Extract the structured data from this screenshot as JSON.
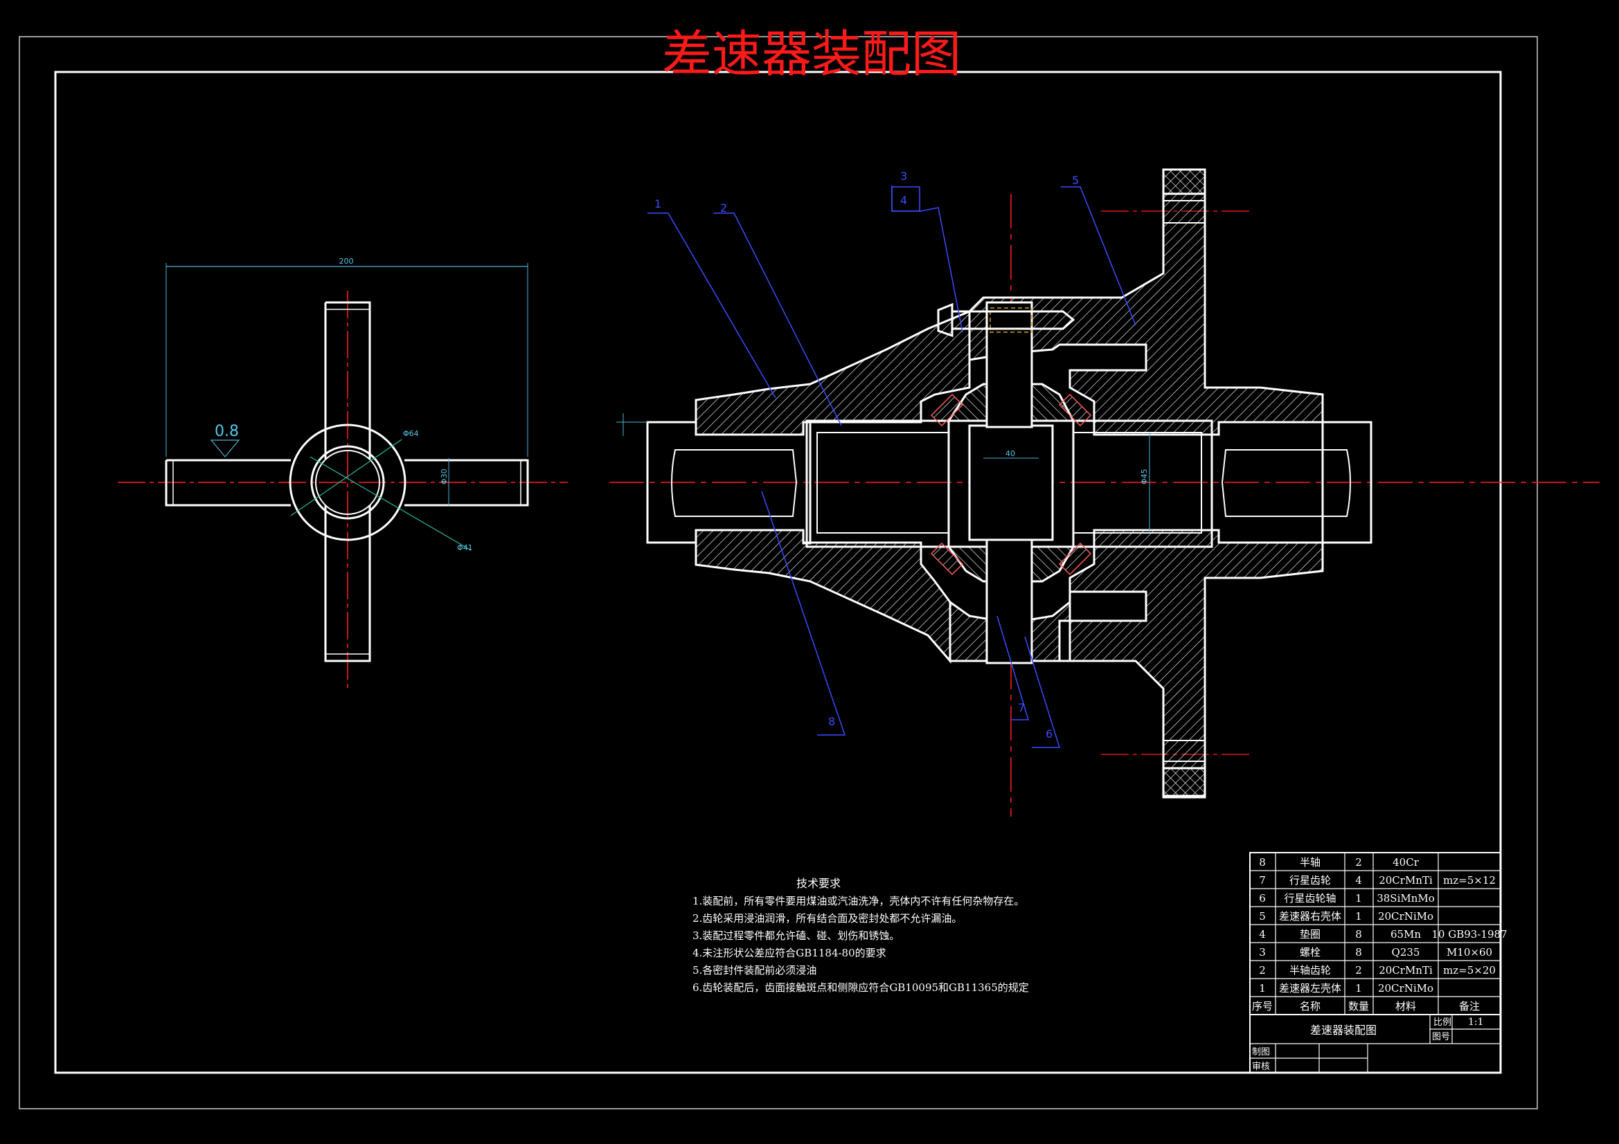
{
  "title": "差速器装配图",
  "views": {
    "left": {
      "dim_width": "200",
      "surface_finish": "0.8",
      "dim_diameter_1": "Φ64",
      "dim_diameter_2": "Φ41",
      "dim_bore": "Φ30"
    },
    "main": {
      "balloons": [
        "1",
        "2",
        "3",
        "4",
        "5",
        "6",
        "7",
        "8"
      ],
      "dims": {
        "width_center": "40",
        "diameter_shaft": "Φ45"
      }
    }
  },
  "tech_requirements": {
    "heading": "技术要求",
    "items": [
      "1.装配前，所有零件要用煤油或汽油洗净，壳体内不许有任何杂物存在。",
      "2.齿轮采用浸油润滑，所有结合面及密封处都不允许漏油。",
      "3.装配过程零件都允许磕、碰、划伤和锈蚀。",
      "4.未注形状公差应符合GB1184-80的要求",
      "5.各密封件装配前必须浸油",
      "6.齿轮装配后，齿面接触斑点和侧隙应符合GB10095和GB11365的规定"
    ]
  },
  "bom": {
    "rows": [
      {
        "no": "8",
        "name": "半轴",
        "qty": "2",
        "material": "40Cr",
        "note": ""
      },
      {
        "no": "7",
        "name": "行星齿轮",
        "qty": "4",
        "material": "20CrMnTi",
        "note": "mz=5×12"
      },
      {
        "no": "6",
        "name": "行星齿轮轴",
        "qty": "1",
        "material": "38SiMnMo",
        "note": ""
      },
      {
        "no": "5",
        "name": "差速器右壳体",
        "qty": "1",
        "material": "20CrNiMo",
        "note": ""
      },
      {
        "no": "4",
        "name": "垫圈",
        "qty": "8",
        "material": "65Mn",
        "note": "10 GB93-1987"
      },
      {
        "no": "3",
        "name": "螺栓",
        "qty": "8",
        "material": "Q235",
        "note": "M10×60"
      },
      {
        "no": "2",
        "name": "半轴齿轮",
        "qty": "2",
        "material": "20CrMnTi",
        "note": "mz=5×20"
      },
      {
        "no": "1",
        "name": "差速器左壳体",
        "qty": "1",
        "material": "20CrNiMo",
        "note": ""
      }
    ],
    "header": {
      "no": "序号",
      "name": "名称",
      "qty": "数量",
      "material": "材料",
      "note": "备注"
    }
  },
  "title_block": {
    "drawing_name": "差速器装配图",
    "scale_label": "比例",
    "scale_value": "1:1",
    "drawing_no_label": "图号",
    "drawn_label": "制图",
    "checked_label": "审核"
  },
  "colors": {
    "background": "#000000",
    "outline": "#ffffff",
    "title": "#ff1a1a",
    "centerline": "#ff2020",
    "leader": "#3a4cff",
    "dimension": "#55c8e8"
  }
}
